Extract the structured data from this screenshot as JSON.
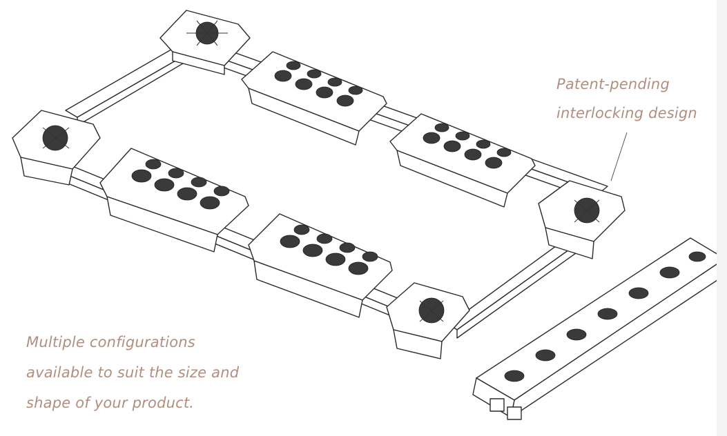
{
  "captions": {
    "top_lines": [
      "Patent-pending",
      "interlocking design"
    ],
    "bottom_lines": [
      "Multiple configurations",
      "available to suit the size and",
      "shape of your product."
    ]
  },
  "colors": {
    "caption": "#b08f80",
    "line_art": "#2c2c2c",
    "background": "#ffffff"
  },
  "illustration": {
    "subject": "interlocking-tray-frame-assembly"
  }
}
